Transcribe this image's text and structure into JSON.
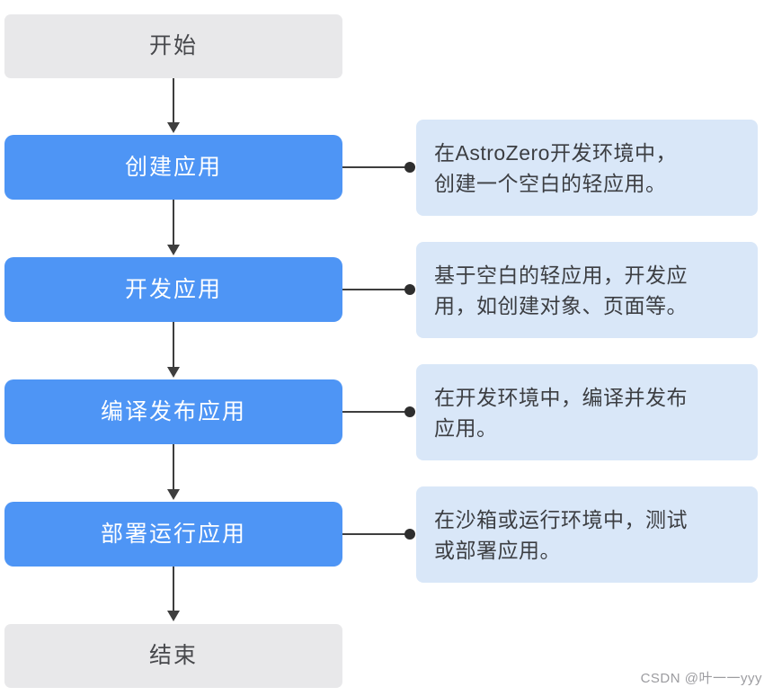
{
  "flow": {
    "nodes": [
      {
        "id": "start",
        "type": "terminal",
        "label": "开始"
      },
      {
        "id": "create-app",
        "type": "step",
        "label": "创建应用"
      },
      {
        "id": "develop-app",
        "type": "step",
        "label": "开发应用"
      },
      {
        "id": "compile-publish",
        "type": "step",
        "label": "编译发布应用"
      },
      {
        "id": "deploy-run",
        "type": "step",
        "label": "部署运行应用"
      },
      {
        "id": "end",
        "type": "terminal",
        "label": "结束"
      }
    ],
    "edges": [
      "start→create-app",
      "create-app→develop-app",
      "develop-app→compile-publish",
      "compile-publish→deploy-run",
      "deploy-run→end"
    ]
  },
  "annotations": [
    {
      "for": "create-app",
      "text": "在AstroZero开发环境中，\n创建一个空白的轻应用。"
    },
    {
      "for": "develop-app",
      "text": "基于空白的轻应用，开发应\n用，如创建对象、页面等。"
    },
    {
      "for": "compile-publish",
      "text": "在开发环境中，编译并发布\n应用。"
    },
    {
      "for": "deploy-run",
      "text": "在沙箱或运行环境中，测试\n或部署应用。"
    }
  ],
  "watermark": "CSDN @叶一一yyy",
  "colors": {
    "step_fill": "#4e95f5",
    "step_text": "#ffffff",
    "terminal_fill": "#e8e8ea",
    "terminal_text": "#47484c",
    "callout_fill": "#d9e7f8",
    "callout_text": "#3c3e42",
    "connector": "#3e3e3e",
    "watermark_text": "#9c9ca0"
  }
}
